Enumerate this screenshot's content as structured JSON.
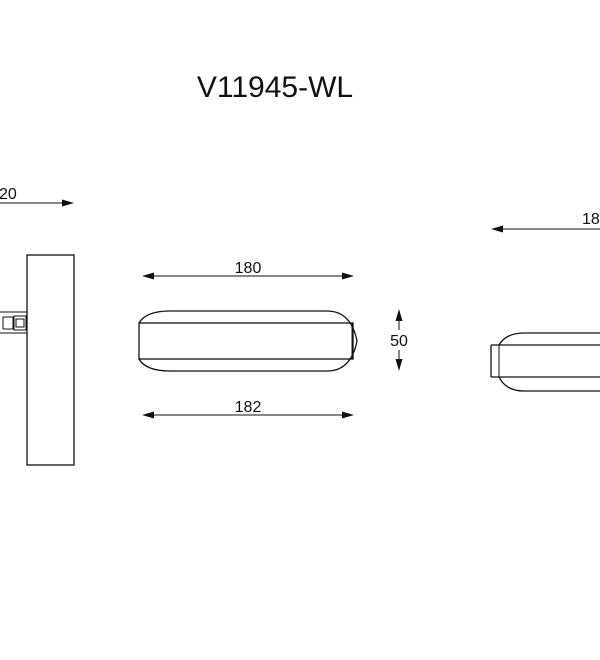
{
  "title": "V11945-WL",
  "dimensions": {
    "side_depth": "20",
    "front_top_width": "180",
    "front_bottom_width": "182",
    "front_height": "50",
    "right_width_partial": "18"
  }
}
